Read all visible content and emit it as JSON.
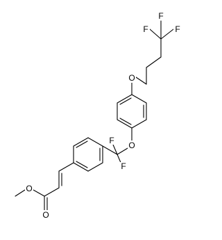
{
  "structure": {
    "atoms": {
      "f1": "F",
      "f2": "F",
      "f3": "F",
      "o_ether_top": "O",
      "o_ether_mid": "O",
      "f_cf2_left": "F",
      "f_cf2_right": "F",
      "o_carbonyl": "O",
      "o_ester": "O"
    }
  }
}
